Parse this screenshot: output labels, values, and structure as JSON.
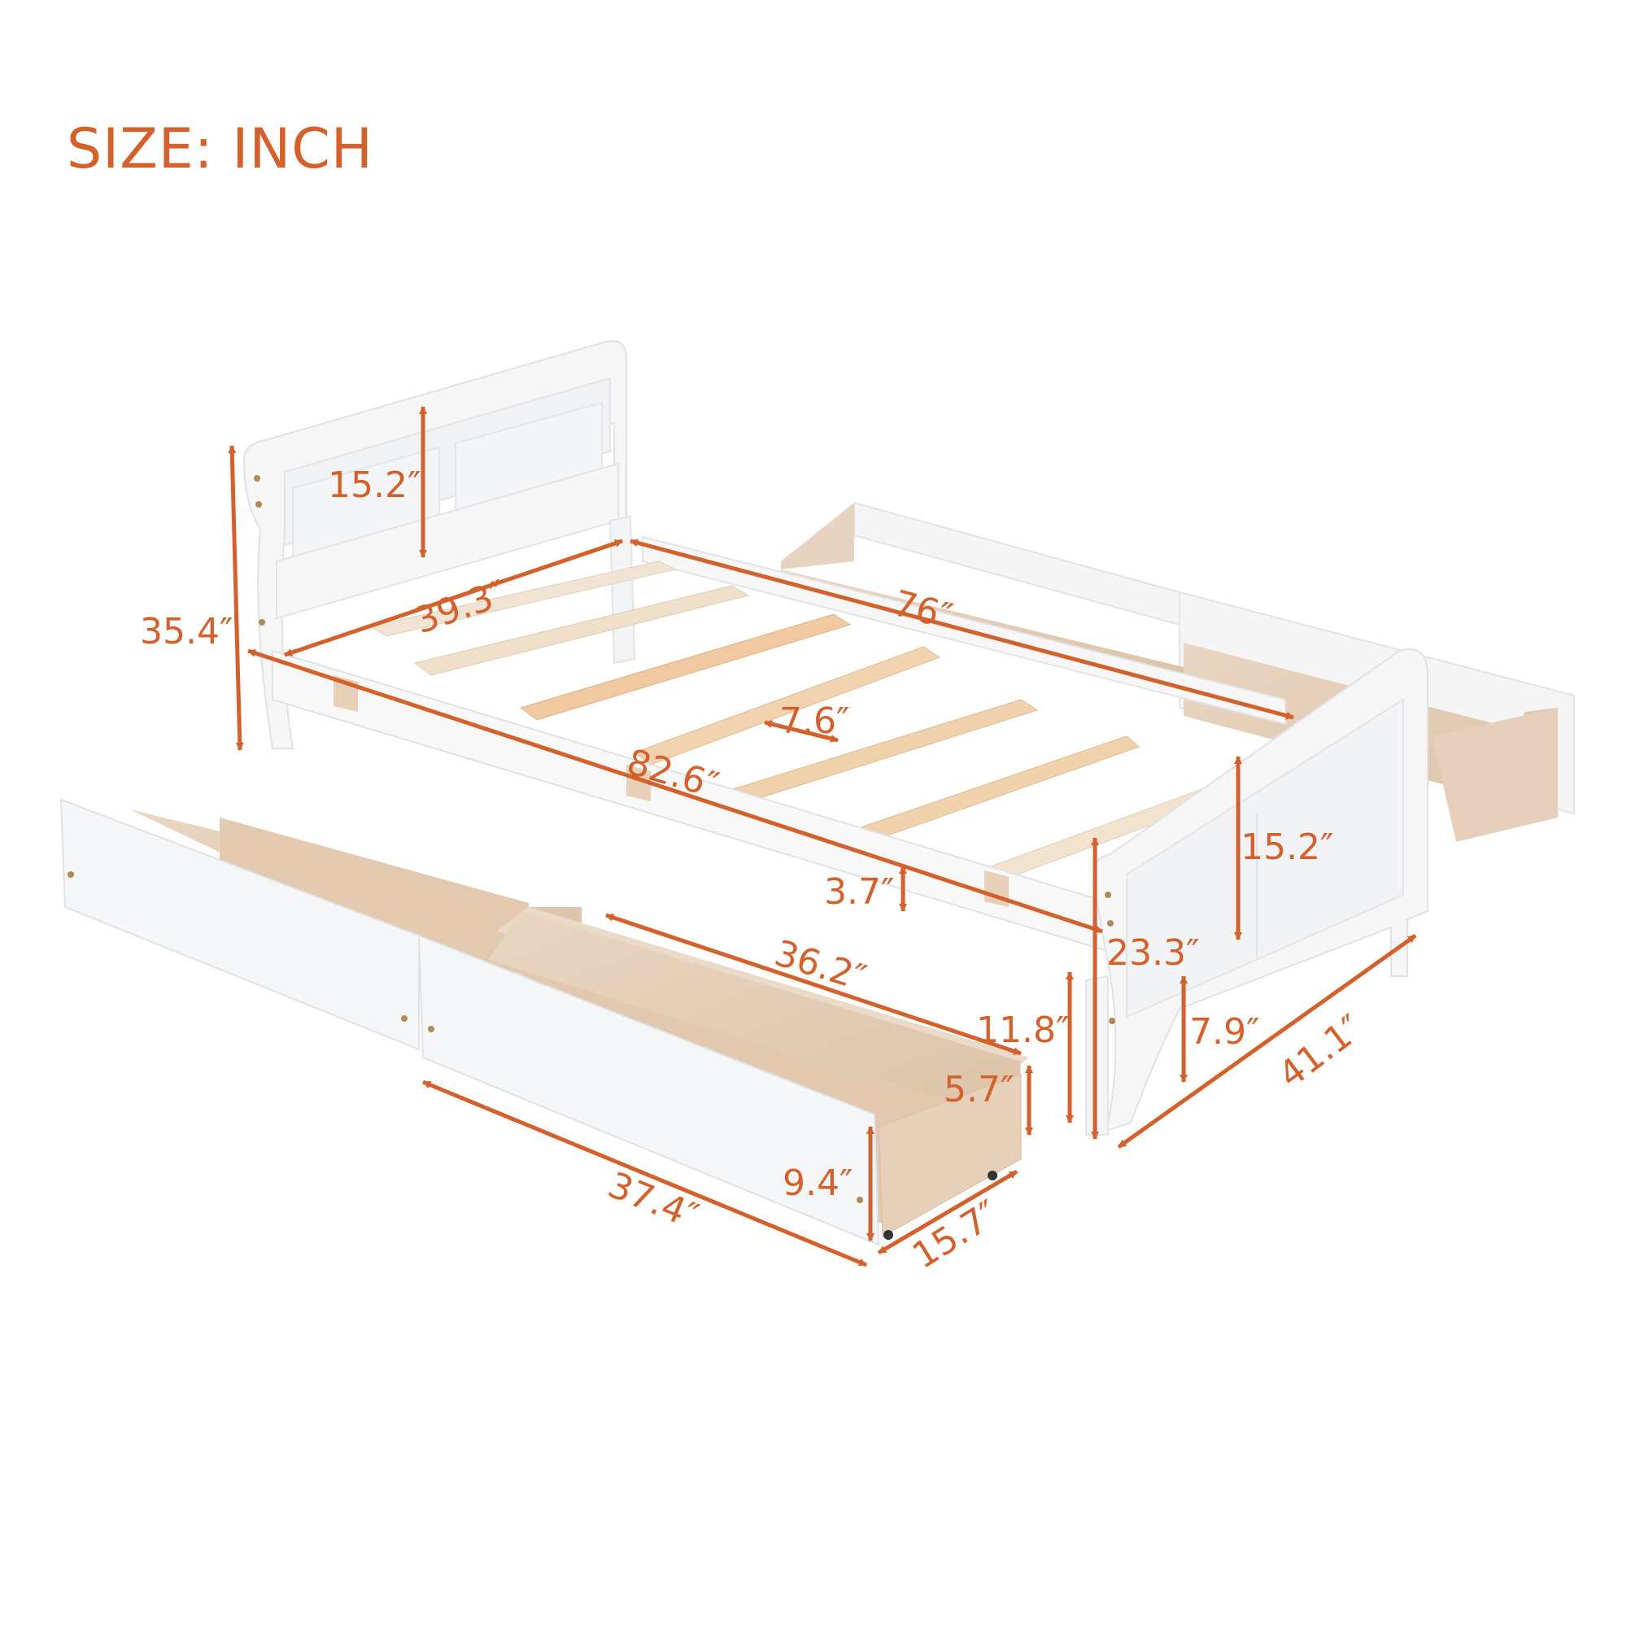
{
  "title": "SIZE: INCH",
  "colors": {
    "accent": "#d4612c",
    "frame_white": "#f7f7f8",
    "frame_shadow": "#e2e4e8",
    "wood_light": "#e8d3bf",
    "wood_dark": "#d9bfa4",
    "slat": "#efcfaa",
    "slat_light": "#f4e4cf"
  },
  "dimensions": {
    "headboard_panel_height": "15.2″",
    "headboard_total_height": "35.4″",
    "headboard_width": "39.3″",
    "inner_length": "76″",
    "slat_gap": "7.6″",
    "overall_length": "82.6″",
    "side_rail_height": "3.7″",
    "footboard_panel_height": "15.2″",
    "footboard_total_height": "23.3″",
    "underbed_clearance": "11.8″",
    "footboard_leg_clearance": "7.9″",
    "overall_width": "41.1″",
    "drawer_inner_length": "36.2″",
    "drawer_inner_height": "5.7″",
    "drawer_front_height": "9.4″",
    "drawer_length": "37.4″",
    "drawer_width": "15.7″"
  }
}
